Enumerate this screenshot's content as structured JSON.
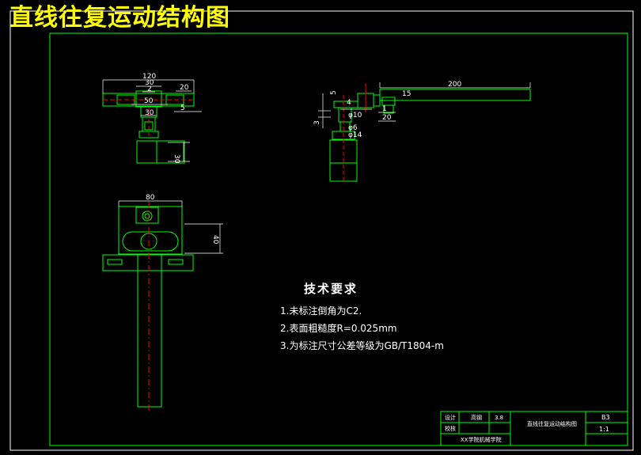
{
  "title": "直线往复运动结构图",
  "requirements": {
    "heading": "技术要求",
    "items": [
      "1.未标注倒角为C2.",
      "2.表面粗糙度R=0.025mm",
      "3.为标注尺寸公差等级为GB/T1804-m"
    ]
  },
  "top_view_dims": {
    "d120": "120",
    "d30a": "30",
    "d2": "2",
    "d20": "20",
    "d50": "50",
    "d5": "5",
    "d30b": "30",
    "d30c": "30"
  },
  "side_view_dims": {
    "d5": "5",
    "d3": "3",
    "d4": "4",
    "d200": "200",
    "d6": "φ6",
    "d10": "φ10",
    "d14": "φ14",
    "d20": "20",
    "d1": "1",
    "d15": "15"
  },
  "front_view_dims": {
    "d80": "80",
    "d40": "40"
  },
  "title_block": {
    "label_design": "设计",
    "name_design": "高钢",
    "val_38": "3.8",
    "label_check": "校核",
    "drawing_name": "直线往复运动结构图",
    "sheet": "B3",
    "scale": "1:1",
    "school": "XX学院机械学院"
  },
  "colors": {
    "background": "#000000",
    "outline": "#00ff00",
    "dimension": "#ffffff",
    "title": "#ffff00",
    "center": "#ff0000"
  }
}
